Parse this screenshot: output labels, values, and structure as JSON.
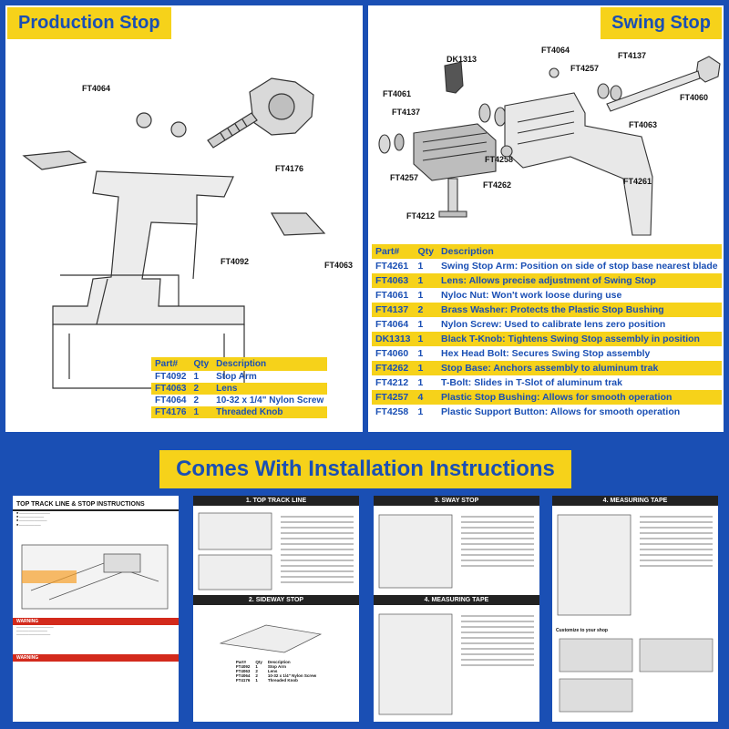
{
  "production_stop": {
    "title": "Production Stop",
    "labels": [
      "FT4064",
      "FT4176",
      "FT4092",
      "FT4063"
    ],
    "table": {
      "headers": [
        "Part#",
        "Qty",
        "Description"
      ],
      "rows": [
        {
          "part": "FT4092",
          "qty": "1",
          "desc": "Stop Arm"
        },
        {
          "part": "FT4063",
          "qty": "2",
          "desc": "Lens"
        },
        {
          "part": "FT4064",
          "qty": "2",
          "desc": "10-32 x 1/4\" Nylon Screw"
        },
        {
          "part": "FT4176",
          "qty": "1",
          "desc": "Threaded Knob"
        }
      ]
    }
  },
  "swing_stop": {
    "title": "Swing Stop",
    "labels": [
      "FT4064",
      "DK1313",
      "FT4137",
      "FT4257",
      "FT4061",
      "FT4137",
      "FT4060",
      "FT4063",
      "FT4258",
      "FT4257",
      "FT4262",
      "FT4261",
      "FT4212"
    ],
    "table": {
      "headers": [
        "Part#",
        "Qty",
        "Description"
      ],
      "rows": [
        {
          "part": "FT4261",
          "qty": "1",
          "desc": "Swing Stop Arm: Position on side of stop base nearest blade"
        },
        {
          "part": "FT4063",
          "qty": "1",
          "desc": "Lens: Allows precise adjustment of Swing Stop"
        },
        {
          "part": "FT4061",
          "qty": "1",
          "desc": "Nyloc Nut: Won't work loose during use"
        },
        {
          "part": "FT4137",
          "qty": "2",
          "desc": "Brass Washer: Protects the Plastic Stop Bushing"
        },
        {
          "part": "FT4064",
          "qty": "1",
          "desc": "Nylon Screw: Used to calibrate lens zero position"
        },
        {
          "part": "DK1313",
          "qty": "1",
          "desc": "Black T-Knob: Tightens Swing Stop assembly in position"
        },
        {
          "part": "FT4060",
          "qty": "1",
          "desc": "Hex Head Bolt: Secures Swing Stop assembly"
        },
        {
          "part": "FT4262",
          "qty": "1",
          "desc": "Stop Base: Anchors assembly to aluminum trak"
        },
        {
          "part": "FT4212",
          "qty": "1",
          "desc": "T-Bolt: Slides in T-Slot of aluminum trak"
        },
        {
          "part": "FT4257",
          "qty": "4",
          "desc": "Plastic Stop Bushing: Allows for smooth operation"
        },
        {
          "part": "FT4258",
          "qty": "1",
          "desc": "Plastic Support Button: Allows for smooth operation"
        }
      ]
    }
  },
  "installation": {
    "banner": "Comes With Installation Instructions",
    "page1": {
      "title": "TOP TRACK LINE & STOP INSTRUCTIONS",
      "warning": "WARNING"
    },
    "page2": {
      "title1": "1. TOP TRACK LINE",
      "title2": "2. SIDEWAY STOP"
    },
    "page3": {
      "title1": "3. SWAY STOP",
      "title2": "4. MEASURING TAPE"
    },
    "page4": {
      "title": "4. MEASURING TAPE",
      "sub": "Customize to your shop"
    }
  },
  "colors": {
    "blue": "#1a4fb4",
    "yellow": "#f6d21a",
    "red": "#d32a1c"
  }
}
